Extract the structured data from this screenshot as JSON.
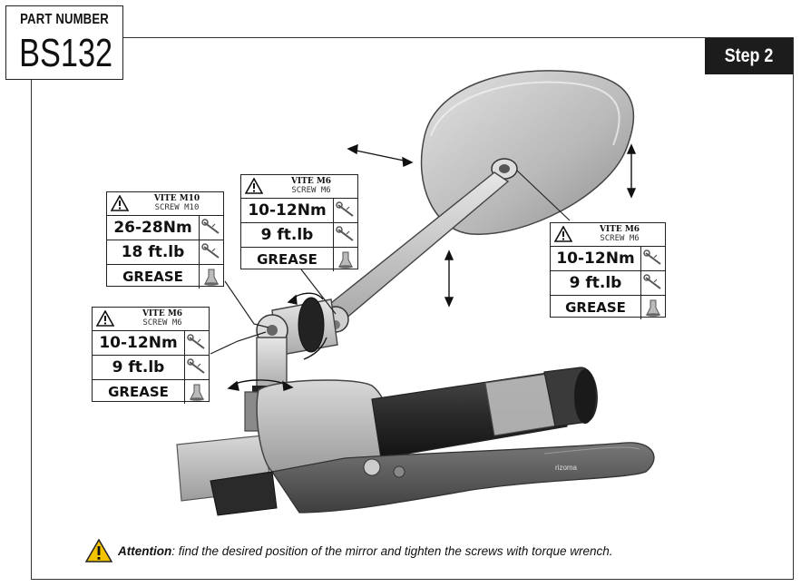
{
  "part_number": {
    "label": "PART NUMBER",
    "value": "BS132"
  },
  "step": {
    "label": "Step 2"
  },
  "specs": [
    {
      "title": "VITE M10",
      "subtitle": "SCREW M10",
      "torque_nm": "26-28Nm",
      "torque_ftlb": "18 ft.lb",
      "grease": "GREASE"
    },
    {
      "title": "VITE M6",
      "subtitle": "SCREW M6",
      "torque_nm": "10-12Nm",
      "torque_ftlb": "9 ft.lb",
      "grease": "GREASE"
    },
    {
      "title": "VITE M6",
      "subtitle": "SCREW M6",
      "torque_nm": "10-12Nm",
      "torque_ftlb": "9 ft.lb",
      "grease": "GREASE"
    },
    {
      "title": "VITE M6",
      "subtitle": "SCREW M6",
      "torque_nm": "10-12Nm",
      "torque_ftlb": "9 ft.lb",
      "grease": "GREASE"
    }
  ],
  "attention": {
    "label": "Attention",
    "text": ": find the desired position of the mirror and tighten the screws with torque wrench."
  },
  "lever_logo": "rizoma",
  "icons": [
    "warning-triangle-icon",
    "torque-wrench-icon",
    "grease-tube-icon"
  ],
  "colors": {
    "step_bg": "#1c1c1c",
    "warning_yellow": "#f2c300",
    "metal": "#c9c9c9",
    "dark_lever": "#555555"
  }
}
